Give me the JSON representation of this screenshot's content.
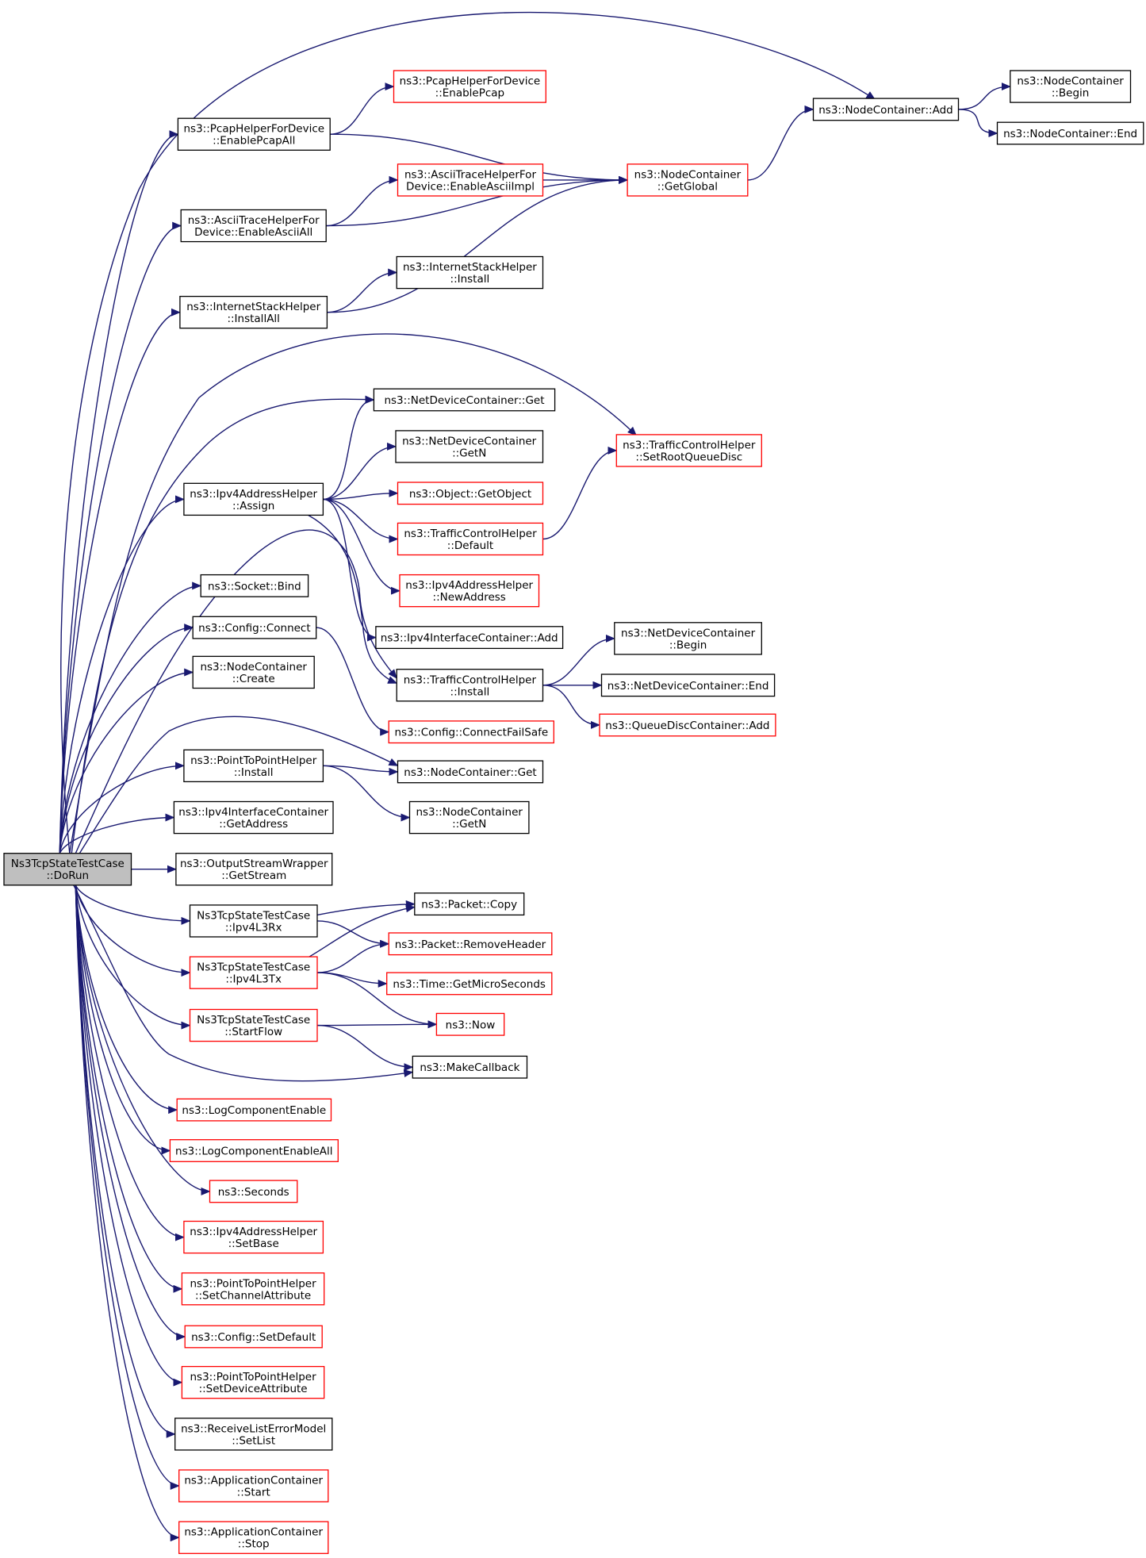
{
  "diagram": {
    "root": {
      "id": "root",
      "lines": [
        "Ns3TcpStateTestCase",
        "::DoRun"
      ]
    },
    "nodes": [
      {
        "id": "pcapAll",
        "lines": [
          "ns3::PcapHelperForDevice",
          "::EnablePcapAll"
        ],
        "border": "black"
      },
      {
        "id": "pcap",
        "lines": [
          "ns3::PcapHelperForDevice",
          "::EnablePcap"
        ],
        "border": "red"
      },
      {
        "id": "ncAdd",
        "lines": [
          "ns3::NodeContainer::Add"
        ],
        "border": "black"
      },
      {
        "id": "ncBegin",
        "lines": [
          "ns3::NodeContainer",
          "::Begin"
        ],
        "border": "black"
      },
      {
        "id": "ncEnd",
        "lines": [
          "ns3::NodeContainer::End"
        ],
        "border": "black"
      },
      {
        "id": "ncGlobal",
        "lines": [
          "ns3::NodeContainer",
          "::GetGlobal"
        ],
        "border": "red"
      },
      {
        "id": "asciiImpl",
        "lines": [
          "ns3::AsciiTraceHelperFor",
          "Device::EnableAsciiImpl"
        ],
        "border": "red"
      },
      {
        "id": "asciiAll",
        "lines": [
          "ns3::AsciiTraceHelperFor",
          "Device::EnableAsciiAll"
        ],
        "border": "black"
      },
      {
        "id": "ishInstall",
        "lines": [
          "ns3::InternetStackHelper",
          "::Install"
        ],
        "border": "black"
      },
      {
        "id": "ishAll",
        "lines": [
          "ns3::InternetStackHelper",
          "::InstallAll"
        ],
        "border": "black"
      },
      {
        "id": "ndcGet",
        "lines": [
          "ns3::NetDeviceContainer::Get"
        ],
        "border": "black"
      },
      {
        "id": "tchRoot",
        "lines": [
          "ns3::TrafficControlHelper",
          "::SetRootQueueDisc"
        ],
        "border": "red"
      },
      {
        "id": "ndcGetN",
        "lines": [
          "ns3::NetDeviceContainer",
          "::GetN"
        ],
        "border": "black"
      },
      {
        "id": "ipv4Assign",
        "lines": [
          "ns3::Ipv4AddressHelper",
          "::Assign"
        ],
        "border": "black"
      },
      {
        "id": "getObject",
        "lines": [
          "ns3::Object::GetObject"
        ],
        "border": "red"
      },
      {
        "id": "tchDefault",
        "lines": [
          "ns3::TrafficControlHelper",
          "::Default"
        ],
        "border": "red"
      },
      {
        "id": "newAddr",
        "lines": [
          "ns3::Ipv4AddressHelper",
          "::NewAddress"
        ],
        "border": "red"
      },
      {
        "id": "sockBind",
        "lines": [
          "ns3::Socket::Bind"
        ],
        "border": "black"
      },
      {
        "id": "iicAdd",
        "lines": [
          "ns3::Ipv4InterfaceContainer::Add"
        ],
        "border": "black"
      },
      {
        "id": "cfgConnect",
        "lines": [
          "ns3::Config::Connect"
        ],
        "border": "black"
      },
      {
        "id": "ndcBegin",
        "lines": [
          "ns3::NetDeviceContainer",
          "::Begin"
        ],
        "border": "black"
      },
      {
        "id": "ncCreate",
        "lines": [
          "ns3::NodeContainer",
          "::Create"
        ],
        "border": "black"
      },
      {
        "id": "tchInstall",
        "lines": [
          "ns3::TrafficControlHelper",
          "::Install"
        ],
        "border": "black"
      },
      {
        "id": "ndcEnd",
        "lines": [
          "ns3::NetDeviceContainer::End"
        ],
        "border": "black"
      },
      {
        "id": "cfgFailSafe",
        "lines": [
          "ns3::Config::ConnectFailSafe"
        ],
        "border": "red"
      },
      {
        "id": "qdcAdd",
        "lines": [
          "ns3::QueueDiscContainer::Add"
        ],
        "border": "red"
      },
      {
        "id": "p2pInstall",
        "lines": [
          "ns3::PointToPointHelper",
          "::Install"
        ],
        "border": "black"
      },
      {
        "id": "ncGet",
        "lines": [
          "ns3::NodeContainer::Get"
        ],
        "border": "black"
      },
      {
        "id": "iicGetAddr",
        "lines": [
          "ns3::Ipv4InterfaceContainer",
          "::GetAddress"
        ],
        "border": "black"
      },
      {
        "id": "ncGetN",
        "lines": [
          "ns3::NodeContainer",
          "::GetN"
        ],
        "border": "black"
      },
      {
        "id": "oswGetStream",
        "lines": [
          "ns3::OutputStreamWrapper",
          "::GetStream"
        ],
        "border": "black"
      },
      {
        "id": "rx",
        "lines": [
          "Ns3TcpStateTestCase",
          "::Ipv4L3Rx"
        ],
        "border": "black"
      },
      {
        "id": "pktCopy",
        "lines": [
          "ns3::Packet::Copy"
        ],
        "border": "black"
      },
      {
        "id": "pktRemove",
        "lines": [
          "ns3::Packet::RemoveHeader"
        ],
        "border": "red"
      },
      {
        "id": "tx",
        "lines": [
          "Ns3TcpStateTestCase",
          "::Ipv4L3Tx"
        ],
        "border": "red"
      },
      {
        "id": "getMicro",
        "lines": [
          "ns3::Time::GetMicroSeconds"
        ],
        "border": "red"
      },
      {
        "id": "startFlow",
        "lines": [
          "Ns3TcpStateTestCase",
          "::StartFlow"
        ],
        "border": "red"
      },
      {
        "id": "now",
        "lines": [
          "ns3::Now"
        ],
        "border": "red"
      },
      {
        "id": "makeCb",
        "lines": [
          "ns3::MakeCallback"
        ],
        "border": "black"
      },
      {
        "id": "logEnable",
        "lines": [
          "ns3::LogComponentEnable"
        ],
        "border": "red"
      },
      {
        "id": "logEnableAll",
        "lines": [
          "ns3::LogComponentEnableAll"
        ],
        "border": "red"
      },
      {
        "id": "seconds",
        "lines": [
          "ns3::Seconds"
        ],
        "border": "red"
      },
      {
        "id": "setBase",
        "lines": [
          "ns3::Ipv4AddressHelper",
          "::SetBase"
        ],
        "border": "red"
      },
      {
        "id": "setChan",
        "lines": [
          "ns3::PointToPointHelper",
          "::SetChannelAttribute"
        ],
        "border": "red"
      },
      {
        "id": "setDefault",
        "lines": [
          "ns3::Config::SetDefault"
        ],
        "border": "red"
      },
      {
        "id": "setDev",
        "lines": [
          "ns3::PointToPointHelper",
          "::SetDeviceAttribute"
        ],
        "border": "red"
      },
      {
        "id": "setList",
        "lines": [
          "ns3::ReceiveListErrorModel",
          "::SetList"
        ],
        "border": "black"
      },
      {
        "id": "appStart",
        "lines": [
          "ns3::ApplicationContainer",
          "::Start"
        ],
        "border": "red"
      },
      {
        "id": "appStop",
        "lines": [
          "ns3::ApplicationContainer",
          "::Stop"
        ],
        "border": "red"
      }
    ],
    "edges": [
      [
        "root",
        "ncAdd"
      ],
      [
        "root",
        "pcapAll"
      ],
      [
        "root",
        "asciiAll"
      ],
      [
        "root",
        "ishAll"
      ],
      [
        "root",
        "tchRoot"
      ],
      [
        "root",
        "ndcGet"
      ],
      [
        "root",
        "ipv4Assign"
      ],
      [
        "root",
        "tchInstall"
      ],
      [
        "root",
        "sockBind"
      ],
      [
        "root",
        "cfgConnect"
      ],
      [
        "root",
        "ncCreate"
      ],
      [
        "root",
        "ncGet"
      ],
      [
        "root",
        "p2pInstall"
      ],
      [
        "root",
        "iicGetAddr"
      ],
      [
        "root",
        "oswGetStream"
      ],
      [
        "root",
        "rx"
      ],
      [
        "root",
        "tx"
      ],
      [
        "root",
        "startFlow"
      ],
      [
        "root",
        "makeCb"
      ],
      [
        "root",
        "logEnable"
      ],
      [
        "root",
        "logEnableAll"
      ],
      [
        "root",
        "seconds"
      ],
      [
        "root",
        "setBase"
      ],
      [
        "root",
        "setChan"
      ],
      [
        "root",
        "setDefault"
      ],
      [
        "root",
        "setDev"
      ],
      [
        "root",
        "setList"
      ],
      [
        "root",
        "appStart"
      ],
      [
        "root",
        "appStop"
      ],
      [
        "pcapAll",
        "pcap"
      ],
      [
        "pcapAll",
        "ncGlobal"
      ],
      [
        "ncAdd",
        "ncBegin"
      ],
      [
        "ncAdd",
        "ncEnd"
      ],
      [
        "ncGlobal",
        "ncAdd"
      ],
      [
        "asciiAll",
        "asciiImpl"
      ],
      [
        "asciiAll",
        "ncGlobal"
      ],
      [
        "asciiImpl",
        "ncGlobal"
      ],
      [
        "ishAll",
        "ishInstall"
      ],
      [
        "ishAll",
        "ncGlobal"
      ],
      [
        "ipv4Assign",
        "ndcGet"
      ],
      [
        "ipv4Assign",
        "ndcGetN"
      ],
      [
        "ipv4Assign",
        "getObject"
      ],
      [
        "ipv4Assign",
        "tchDefault"
      ],
      [
        "ipv4Assign",
        "newAddr"
      ],
      [
        "ipv4Assign",
        "iicAdd"
      ],
      [
        "ipv4Assign",
        "tchInstall"
      ],
      [
        "tchDefault",
        "tchRoot"
      ],
      [
        "tchInstall",
        "ndcBegin"
      ],
      [
        "tchInstall",
        "ndcEnd"
      ],
      [
        "tchInstall",
        "qdcAdd"
      ],
      [
        "cfgConnect",
        "cfgFailSafe"
      ],
      [
        "p2pInstall",
        "ncGet"
      ],
      [
        "p2pInstall",
        "ncGetN"
      ],
      [
        "rx",
        "pktCopy"
      ],
      [
        "rx",
        "pktRemove"
      ],
      [
        "tx",
        "pktCopy"
      ],
      [
        "tx",
        "pktRemove"
      ],
      [
        "tx",
        "getMicro"
      ],
      [
        "tx",
        "now"
      ],
      [
        "startFlow",
        "now"
      ],
      [
        "startFlow",
        "makeCb"
      ]
    ]
  }
}
